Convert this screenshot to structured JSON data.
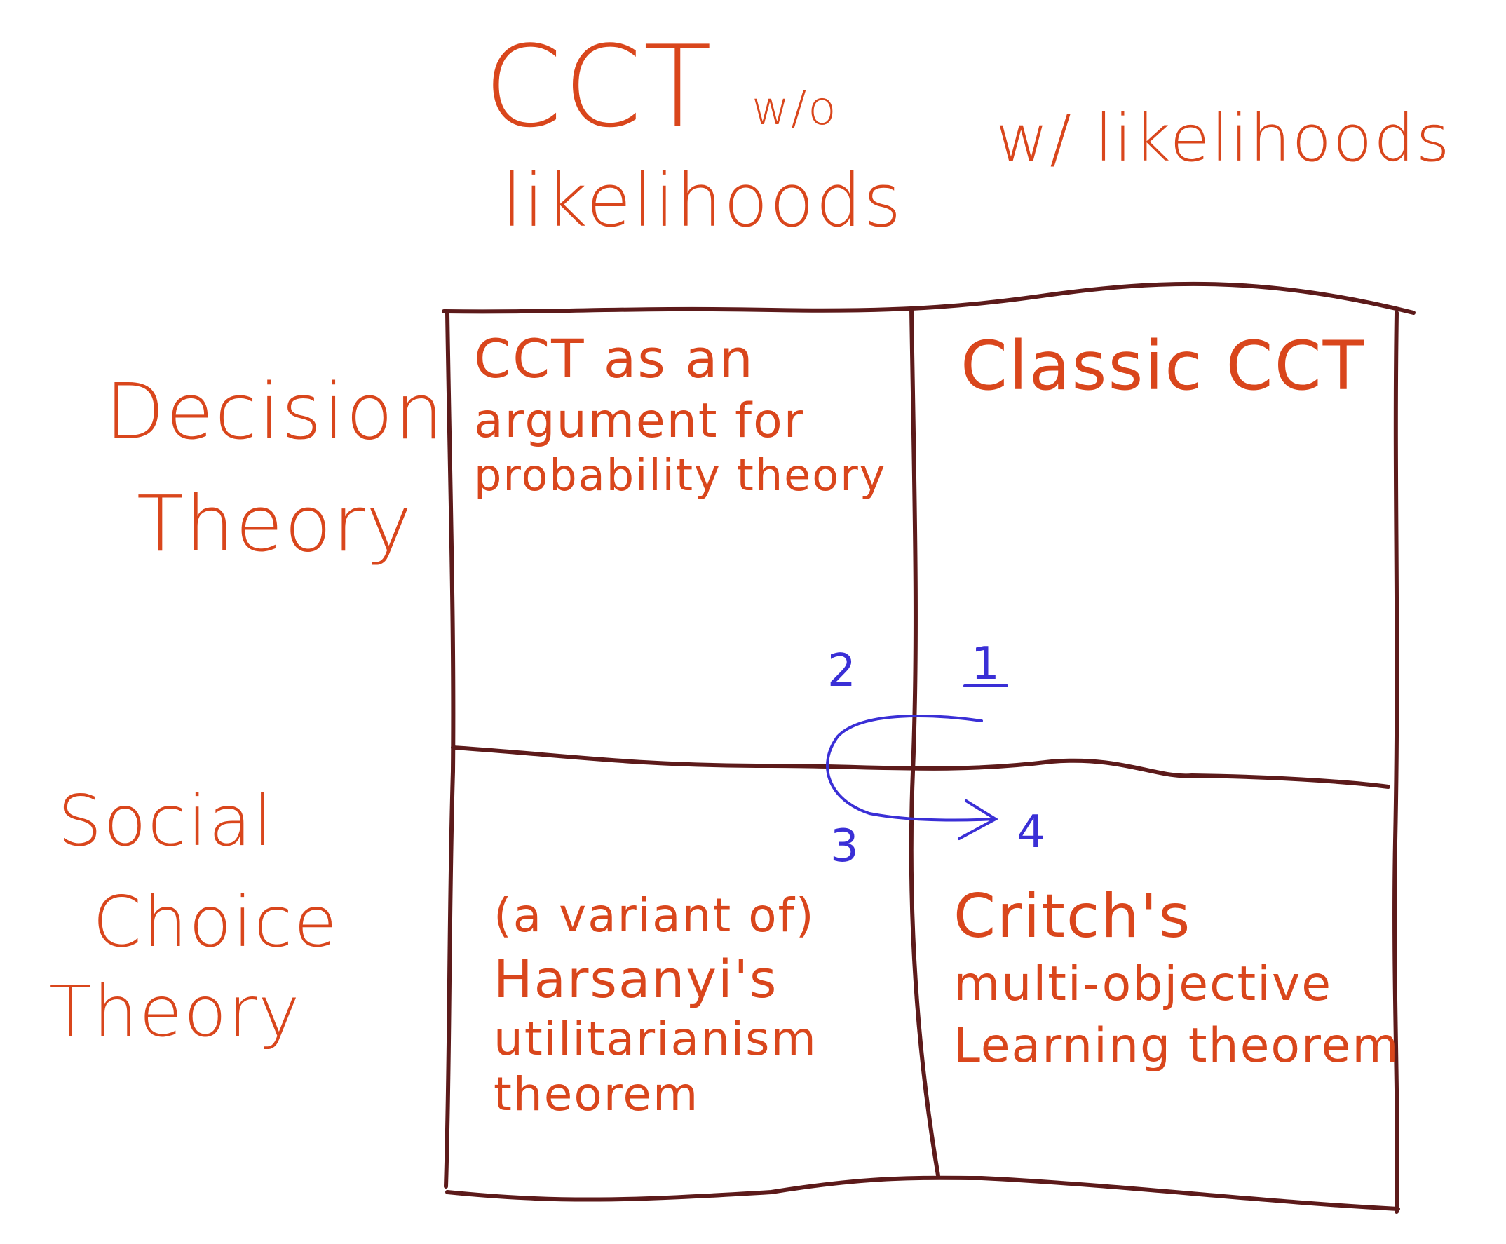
{
  "header": {
    "col1_title": "CCT",
    "col1_suffix": "w/o",
    "col1_sub": "likelihoods",
    "col2_title": "w/ likelihoods"
  },
  "rows": [
    {
      "label_lines": [
        "Decision",
        "Theory"
      ]
    },
    {
      "label_lines": [
        "Social",
        "Choice",
        "Theory"
      ]
    }
  ],
  "cells": {
    "top_left": [
      "CCT as an",
      "argument for",
      "probability theory"
    ],
    "top_right": [
      "Classic CCT"
    ],
    "bottom_left": [
      "(a variant of)",
      "Harsanyi's",
      "utilitarianism",
      "theorem"
    ],
    "bottom_right": [
      "Critch's",
      "multi-objective",
      "Learning theorem"
    ]
  },
  "markers": {
    "one": "1",
    "two": "2",
    "three": "3",
    "four": "4"
  },
  "colors": {
    "text": "#d9461c",
    "grid": "#5c1a1a",
    "arrow": "#3a2fd6"
  }
}
